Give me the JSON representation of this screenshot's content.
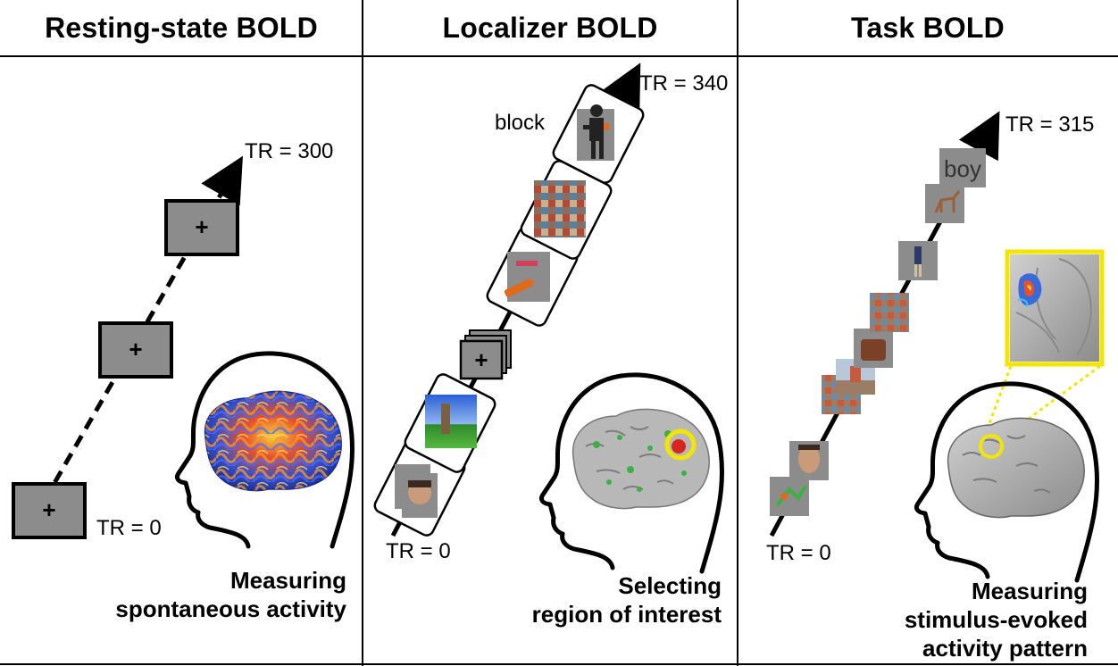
{
  "panels": [
    {
      "title": "Resting-state BOLD",
      "label_end": "TR = 300",
      "label_start": "TR = 0",
      "caption_lines": [
        "Measuring",
        "spontaneous activity"
      ]
    },
    {
      "title": "Localizer BOLD",
      "label_end": "TR = 340",
      "label_start": "TR = 0",
      "label_block": "block",
      "caption_lines": [
        "Selecting",
        "region of interest"
      ]
    },
    {
      "title": "Task BOLD",
      "label_end": "TR = 315",
      "label_start": "TR = 0",
      "stimulus_word": "boy",
      "caption_lines": [
        "Measuring",
        "stimulus-evoked",
        "activity pattern"
      ]
    }
  ],
  "fixation_symbol": "+",
  "colors": {
    "stimulus_gray": "#8c8c8c",
    "roi_highlight": "#f2e600",
    "activation_green": "#3cb043",
    "activation_red": "#d7261e"
  }
}
